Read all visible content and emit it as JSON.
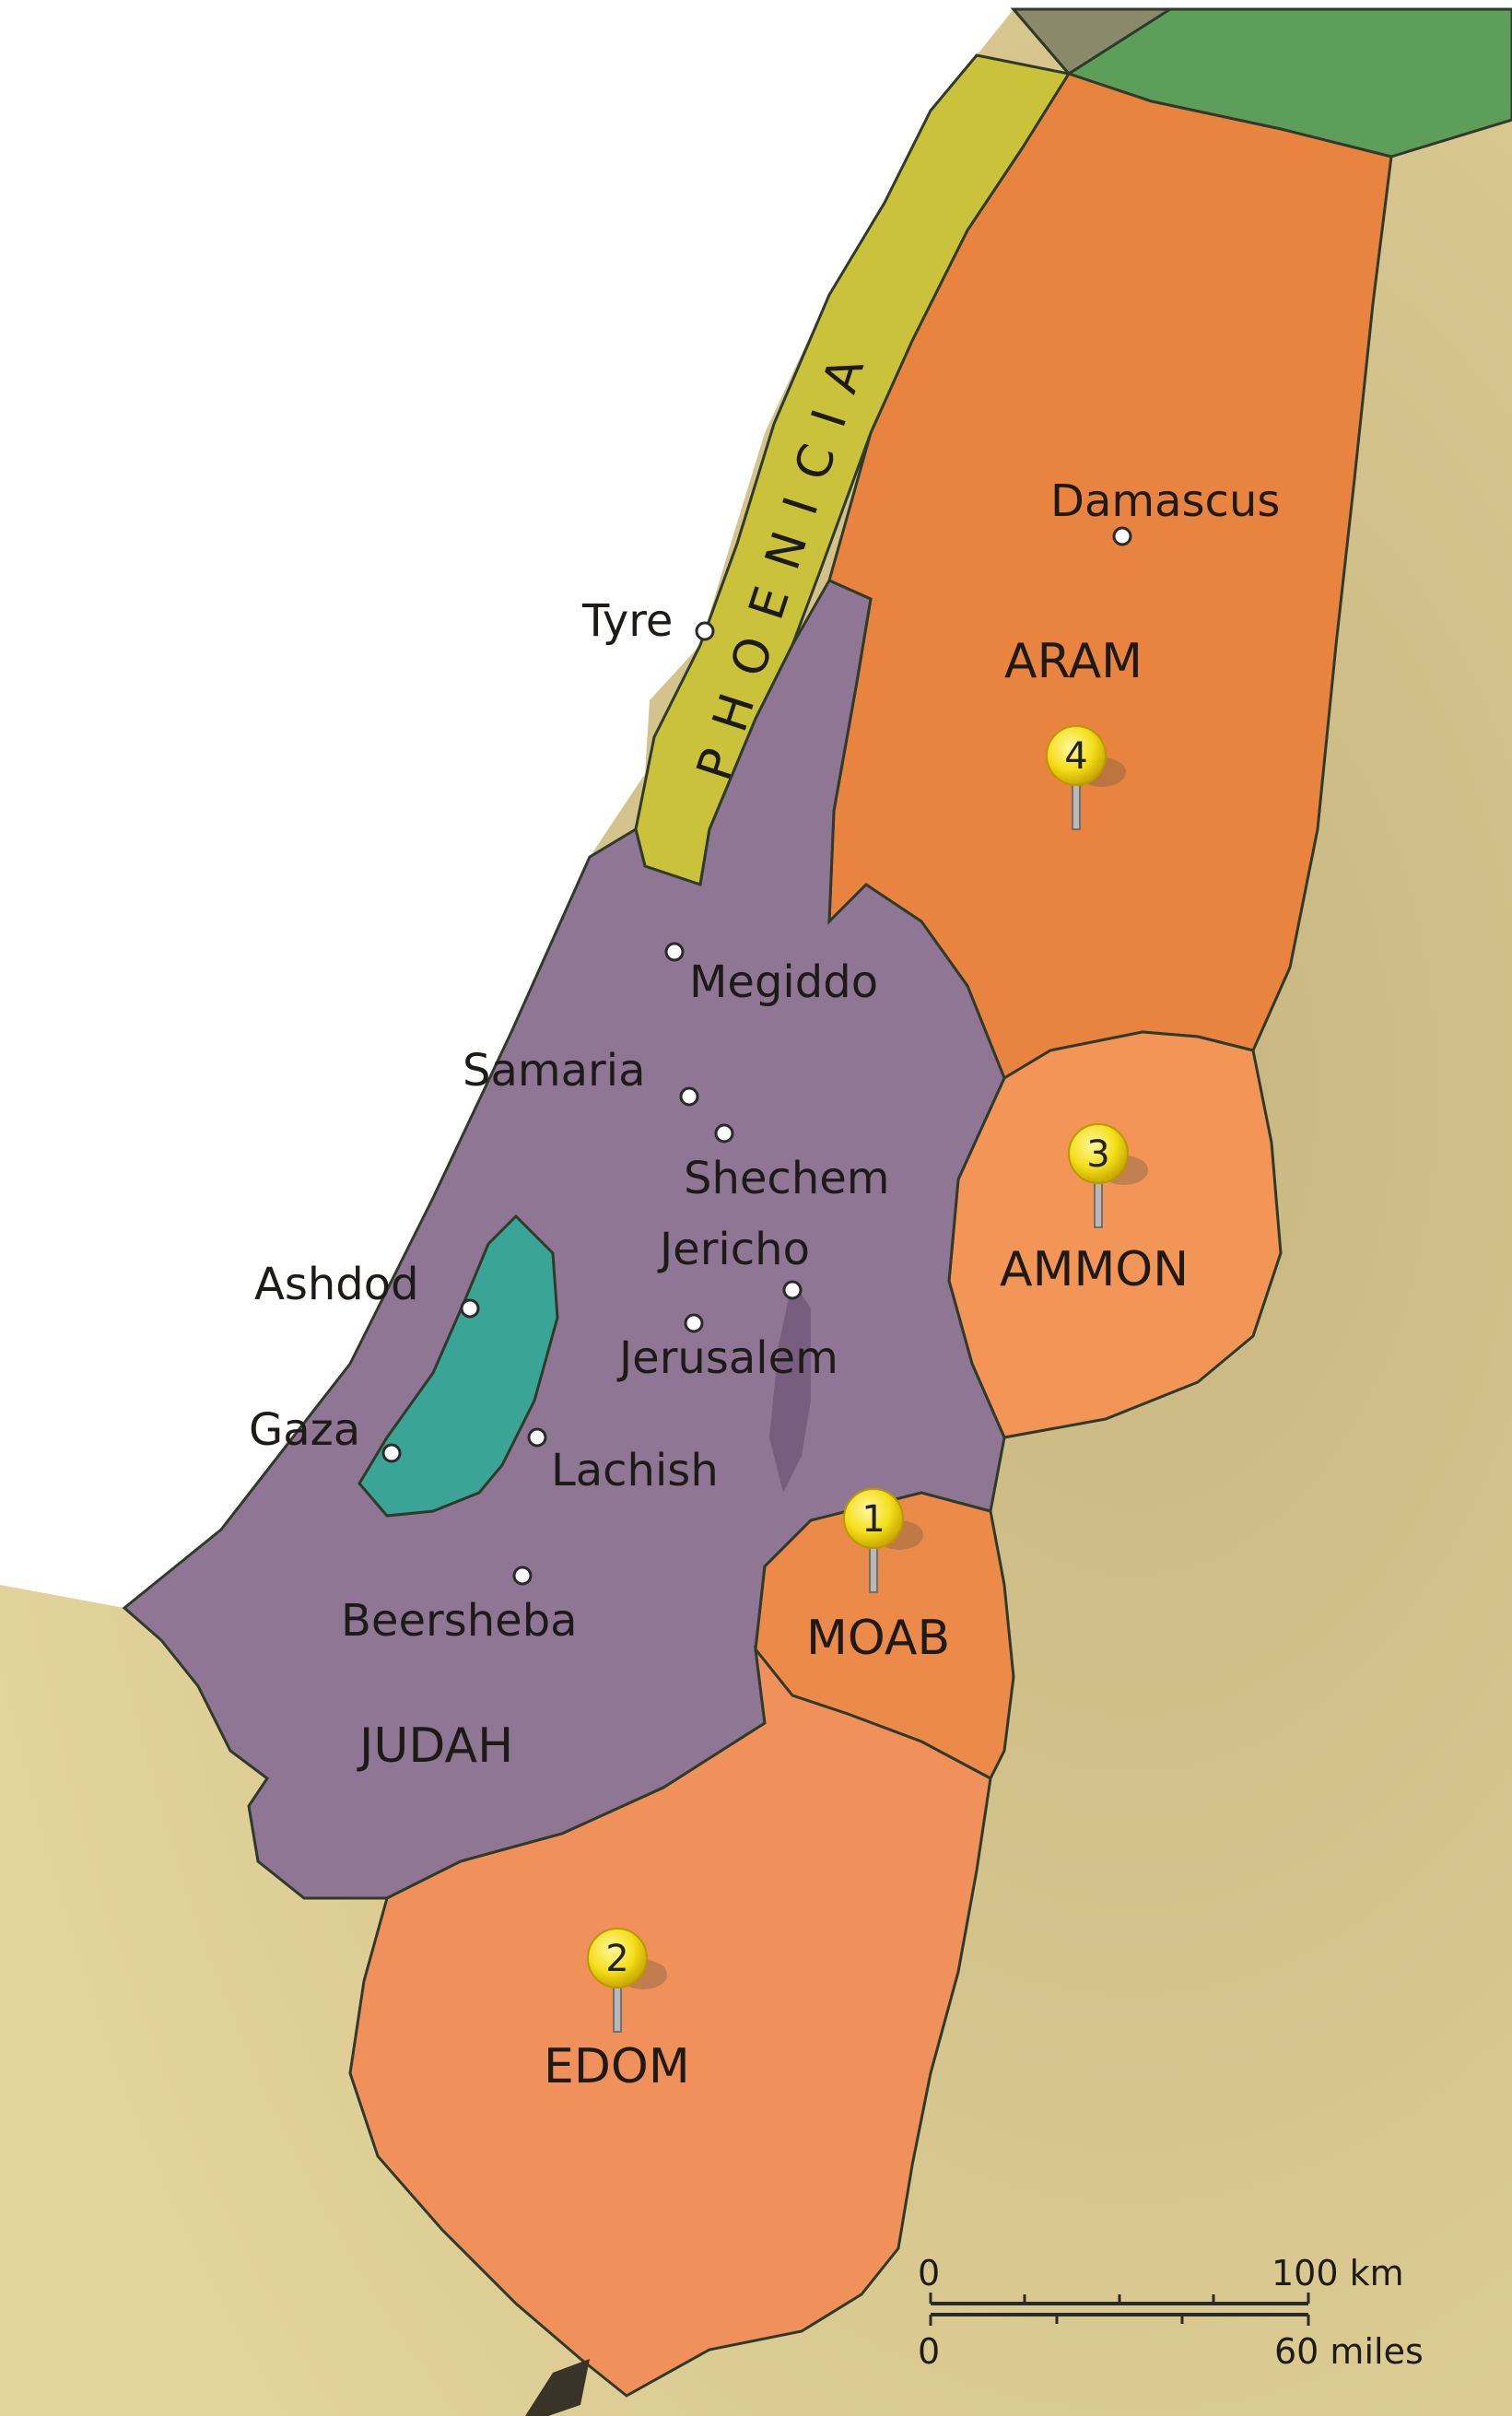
{
  "regions": {
    "phoenicia": "PHOENICIA",
    "aram": "ARAM",
    "ammon": "AMMON",
    "moab": "MOAB",
    "judah": "JUDAH",
    "edom": "EDOM"
  },
  "cities": {
    "damascus": "Damascus",
    "tyre": "Tyre",
    "megiddo": "Megiddo",
    "samaria": "Samaria",
    "shechem": "Shechem",
    "jericho": "Jericho",
    "jerusalem": "Jerusalem",
    "ashdod": "Ashdod",
    "gaza": "Gaza",
    "lachish": "Lachish",
    "beersheba": "Beersheba"
  },
  "markers": {
    "pin1": "1",
    "pin2": "2",
    "pin3": "3",
    "pin4": "4"
  },
  "scale": {
    "km_zero": "0",
    "km_label": "100 km",
    "mi_zero": "0",
    "mi_label": "60 miles"
  },
  "colors": {
    "sea": "#ffffff",
    "desert": "#d9c48a",
    "phoenicia": "#c9c23a",
    "aram": "#e8843f",
    "ammon": "#f29556",
    "moab": "#ec8a4a",
    "edom": "#f0905a",
    "judah": "#8f7694",
    "philistia": "#3aa596",
    "north": "#5d9e5a",
    "pin": "#f4df1a"
  }
}
